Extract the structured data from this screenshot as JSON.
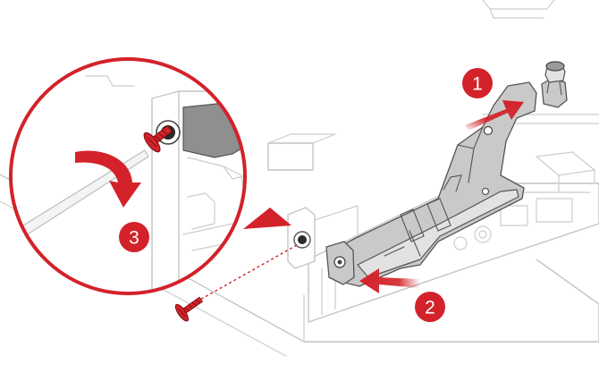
{
  "figure": {
    "description_type": "hardware-installation-diagram",
    "accent_color": "#d3222a",
    "line_color": "#c4c4c4",
    "bracket_color": "#c9c9c9"
  },
  "steps": [
    {
      "number": "1",
      "action_icon": "arrow-icon"
    },
    {
      "number": "2",
      "action_icon": "arrow-icon"
    },
    {
      "number": "3",
      "action_icon": "curved-arrow-icon"
    }
  ]
}
